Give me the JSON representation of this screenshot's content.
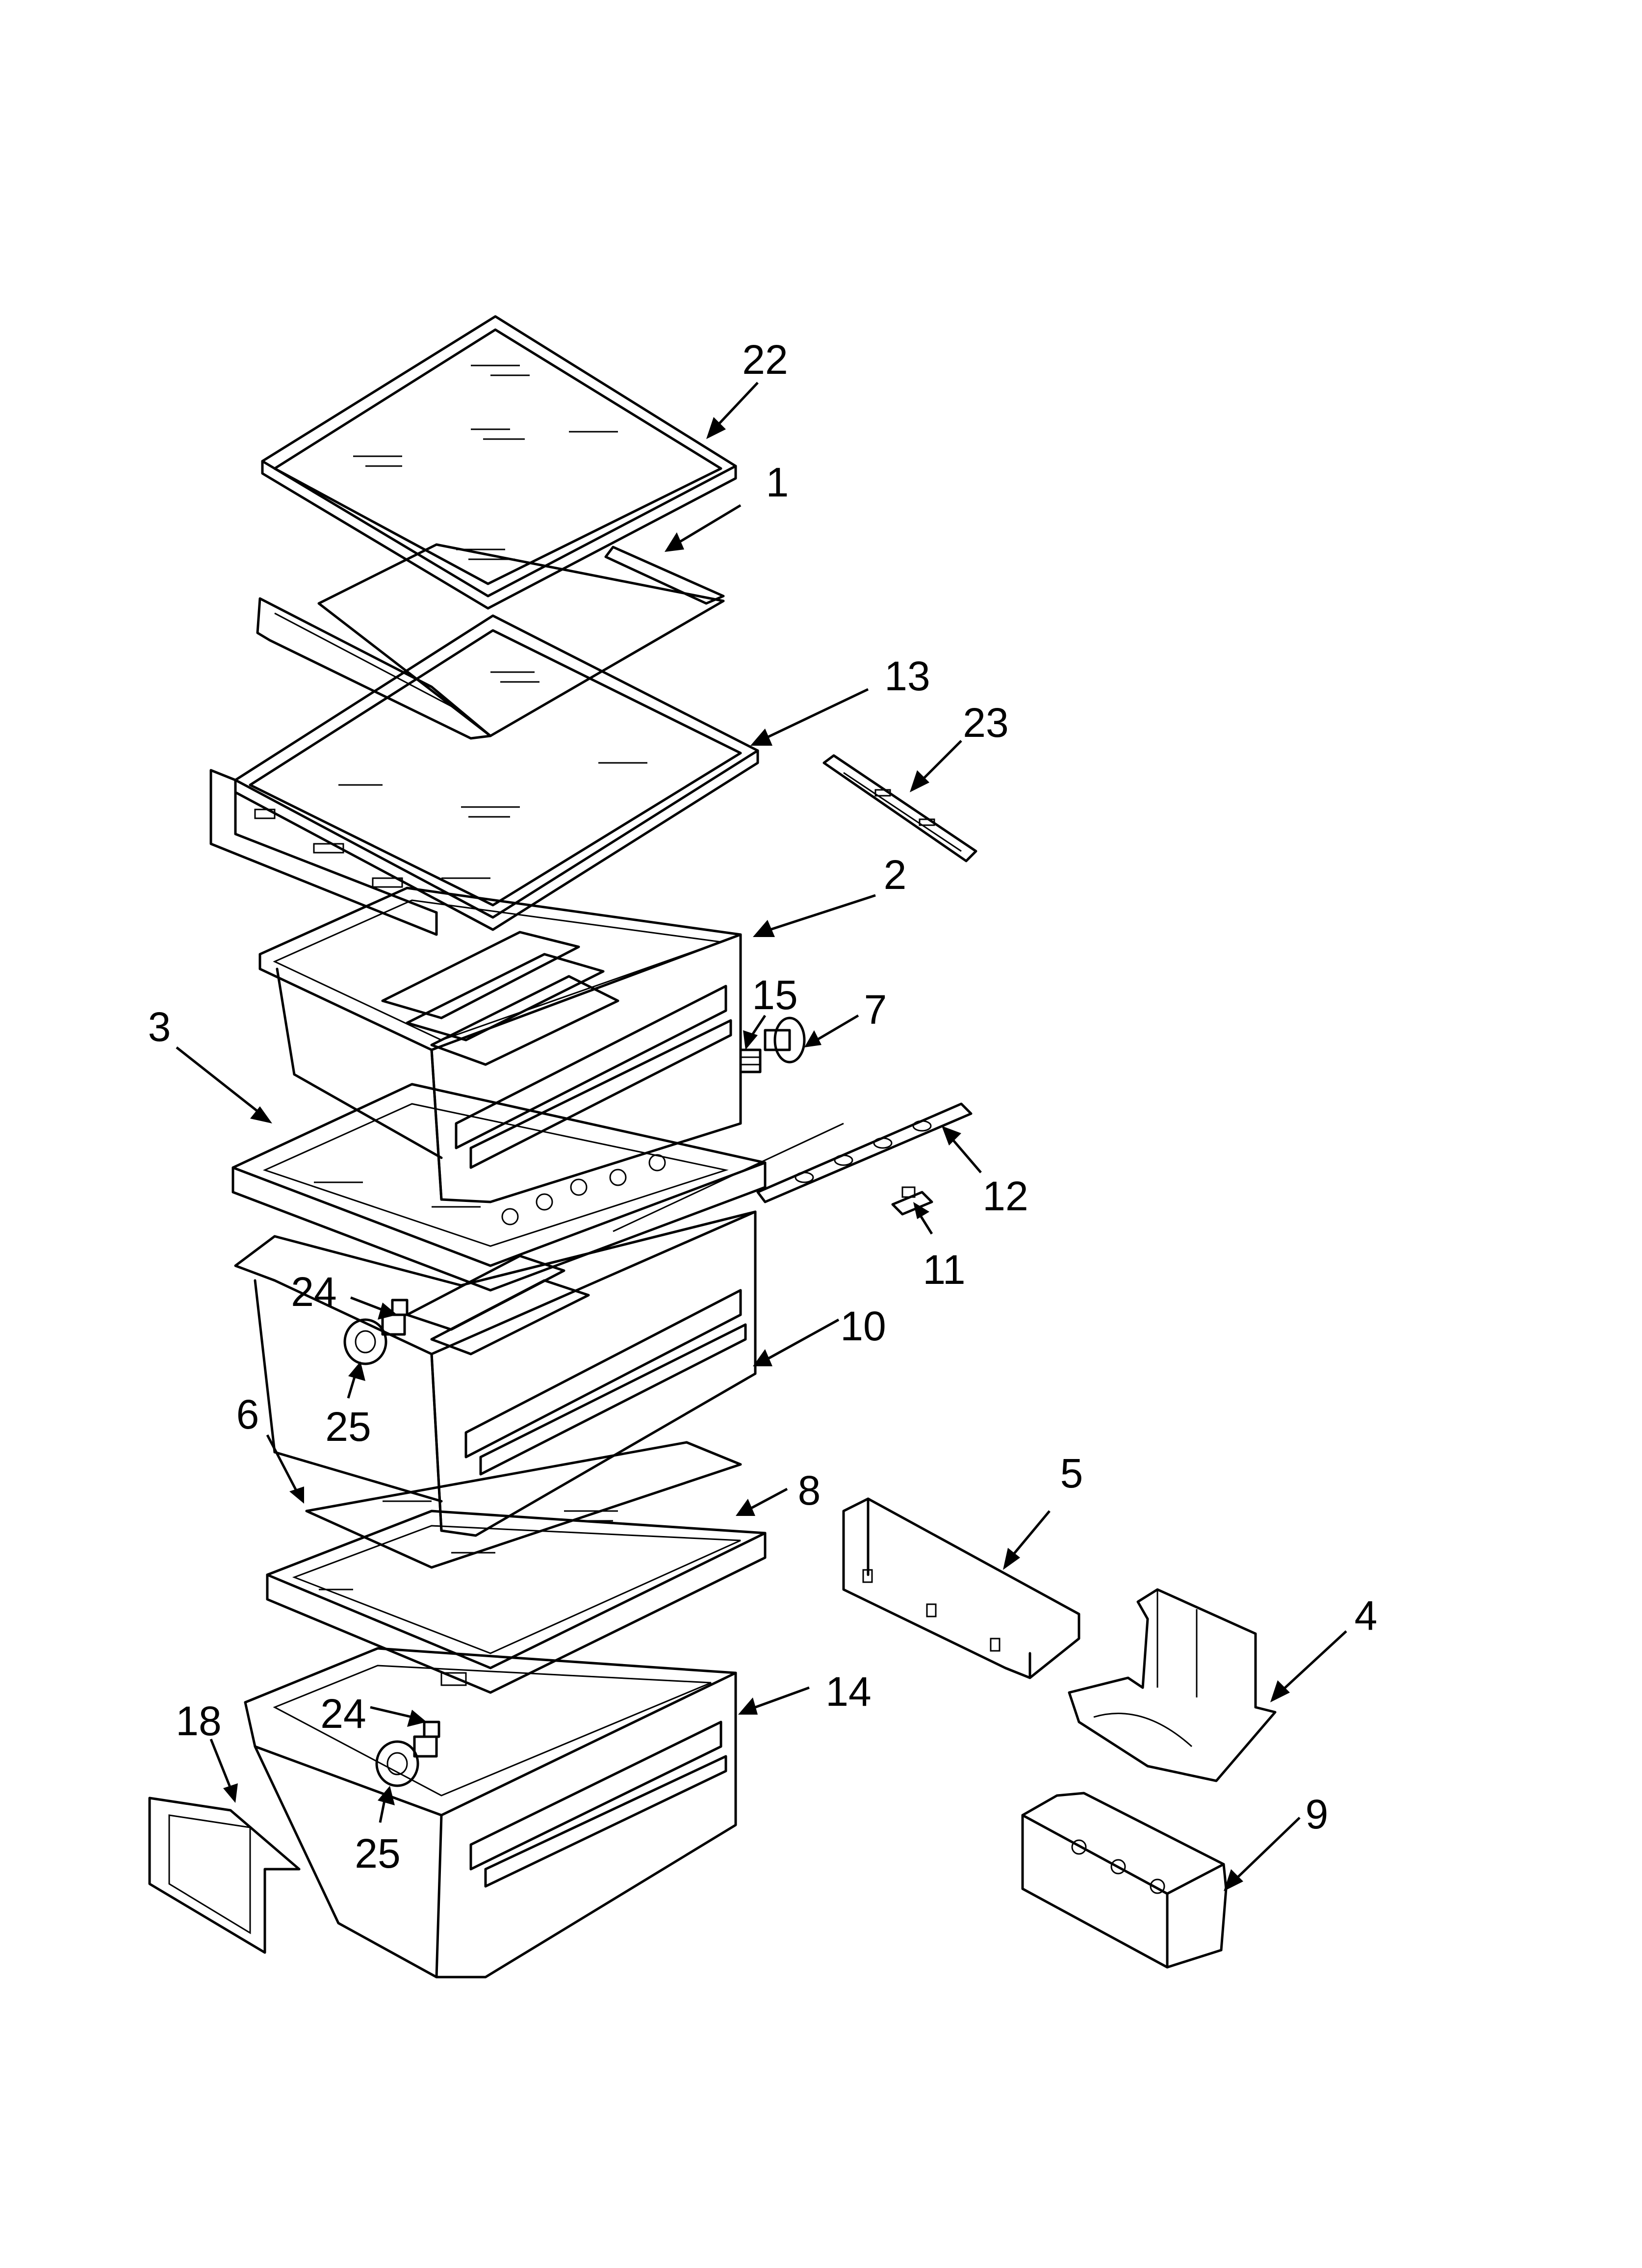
{
  "colors": {
    "line": "#000000",
    "background": "#ffffff"
  },
  "callouts": [
    {
      "id": "c22",
      "label": "22"
    },
    {
      "id": "c1",
      "label": "1"
    },
    {
      "id": "c13",
      "label": "13"
    },
    {
      "id": "c23",
      "label": "23"
    },
    {
      "id": "c2",
      "label": "2"
    },
    {
      "id": "c15",
      "label": "15"
    },
    {
      "id": "c7",
      "label": "7"
    },
    {
      "id": "c3",
      "label": "3"
    },
    {
      "id": "c12",
      "label": "12"
    },
    {
      "id": "c11",
      "label": "11"
    },
    {
      "id": "c24a",
      "label": "24"
    },
    {
      "id": "c25a",
      "label": "25"
    },
    {
      "id": "c10",
      "label": "10"
    },
    {
      "id": "c6",
      "label": "6"
    },
    {
      "id": "c8",
      "label": "8"
    },
    {
      "id": "c5",
      "label": "5"
    },
    {
      "id": "c4",
      "label": "4"
    },
    {
      "id": "c18",
      "label": "18"
    },
    {
      "id": "c24b",
      "label": "24"
    },
    {
      "id": "c14",
      "label": "14"
    },
    {
      "id": "c25b",
      "label": "25"
    },
    {
      "id": "c9",
      "label": "9"
    }
  ]
}
